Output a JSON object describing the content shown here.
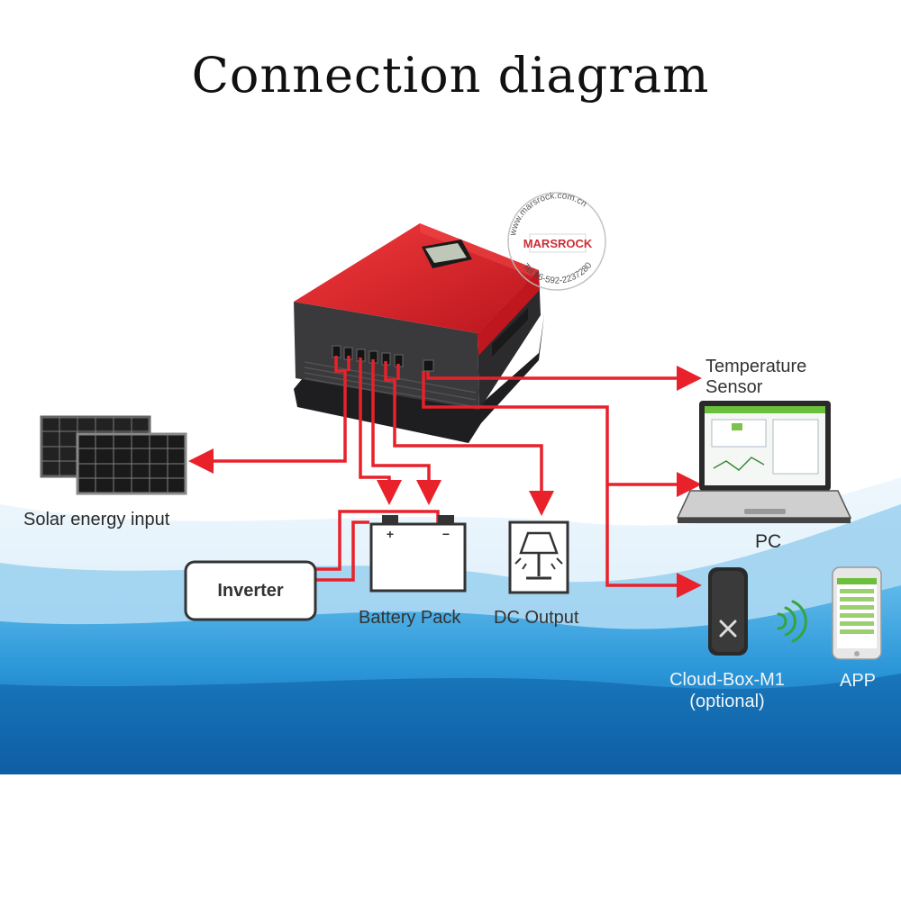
{
  "title": "Connection diagram",
  "watermark": {
    "url": "www.marsrock.com.cn",
    "brand": "MARSROCK",
    "tel": "Tel:86-592-2237280"
  },
  "components": {
    "temperature_sensor": [
      "Temperature",
      "Sensor"
    ],
    "solar": "Solar energy input",
    "pc": "PC",
    "inverter": "Inverter",
    "battery": "Battery Pack",
    "dc_output": "DC Output",
    "cloud_box": [
      "Cloud-Box-M1",
      "(optional)"
    ],
    "app": "APP"
  },
  "colors": {
    "wire": "#e8212b",
    "controller_red": "#d8262d",
    "controller_body": "#3a3a3c",
    "wave_blue": "#1b8fd3"
  }
}
